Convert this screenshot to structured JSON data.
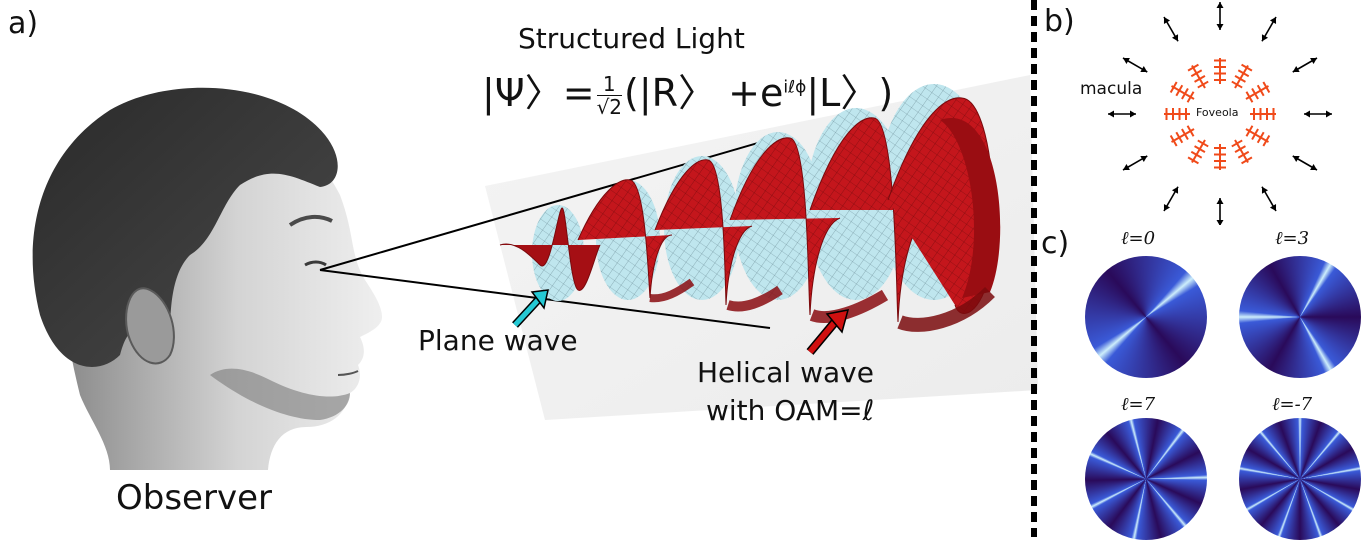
{
  "panel_a": {
    "label": "a)",
    "title": "Structured Light",
    "equation": {
      "ket_psi": "|Ψ〉=",
      "frac_num": "1",
      "frac_den": "√2",
      "ket_r": "(|R〉",
      "plus": "+e",
      "exponent": "iℓϕ",
      "ket_l": "|L〉)"
    },
    "plane_wave_label": "Plane wave",
    "helical_wave_line1": "Helical wave",
    "helical_wave_line2": "with OAM=ℓ",
    "observer_label": "Observer"
  },
  "panel_b": {
    "label": "b)",
    "macula_label": "macula",
    "foveola_label": "Foveola"
  },
  "panel_c": {
    "label": "c)",
    "patterns": [
      {
        "label": "ℓ=0",
        "l": 0
      },
      {
        "label": "ℓ=3",
        "l": 3
      },
      {
        "label": "ℓ=7",
        "l": 7
      },
      {
        "label": "ℓ=-7",
        "l": -7
      }
    ]
  },
  "colors": {
    "helix": "#c4161c",
    "plane": "#bfe6ee",
    "cyan_arrow": "#25c9d4",
    "red_arrow": "#d01010",
    "brush_red": "#f04a1a",
    "dark_purple": "#2a0a5a",
    "light_blue": "#cdeefb"
  }
}
